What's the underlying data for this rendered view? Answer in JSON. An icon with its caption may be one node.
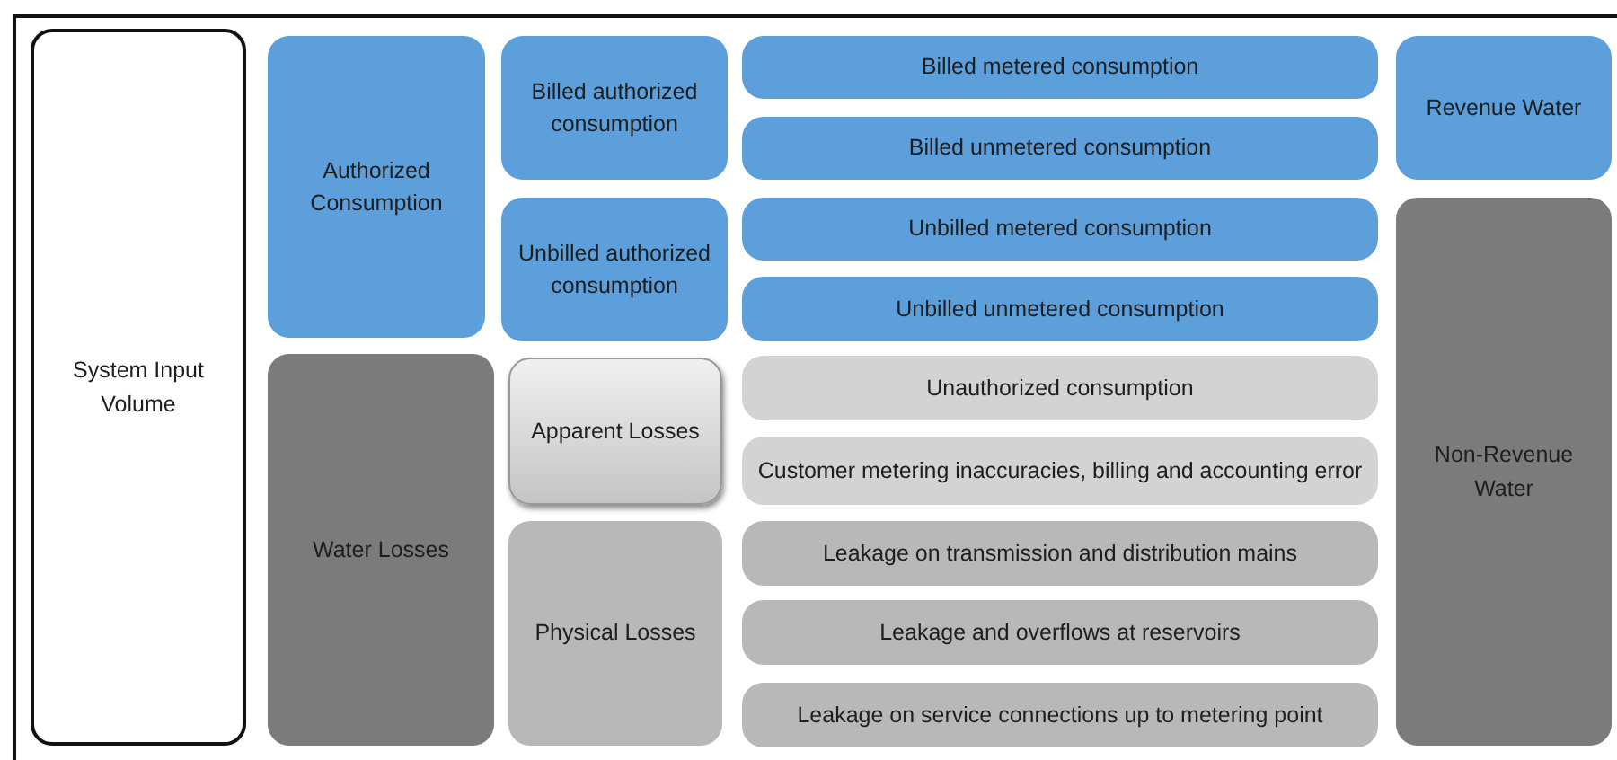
{
  "diagram": {
    "nodes": [
      {
        "text": [
          "System Input Volume"
        ]
      },
      {
        "text": [
          "Authorized Consumption"
        ]
      },
      {
        "text": [
          "Water Losses"
        ]
      },
      {
        "text": [
          "Billed authorized consumption"
        ]
      },
      {
        "text": [
          "Unbilled authorized consumption"
        ]
      },
      {
        "text": [
          "Apparent Losses"
        ]
      },
      {
        "text": [
          "Physical Losses"
        ]
      },
      {
        "text": [
          "Billed metered consumption"
        ]
      },
      {
        "text": [
          "Billed unmetered consumption"
        ]
      },
      {
        "text": [
          "Unbilled metered consumption"
        ]
      },
      {
        "text": [
          "Unbilled unmetered consumption"
        ]
      },
      {
        "text": [
          "Unauthorized consumption"
        ]
      },
      {
        "text": [
          "Customer metering inaccuracies, billing and accounting error"
        ]
      },
      {
        "text": [
          "Leakage on transmission and distribution mains"
        ]
      },
      {
        "text": [
          "Leakage and overflows at reservoirs"
        ]
      },
      {
        "text": [
          "Leakage on service connections up to metering point"
        ]
      },
      {
        "text": [
          "Revenue Water"
        ]
      },
      {
        "text": [
          "Non-Revenue Water"
        ]
      }
    ]
  }
}
